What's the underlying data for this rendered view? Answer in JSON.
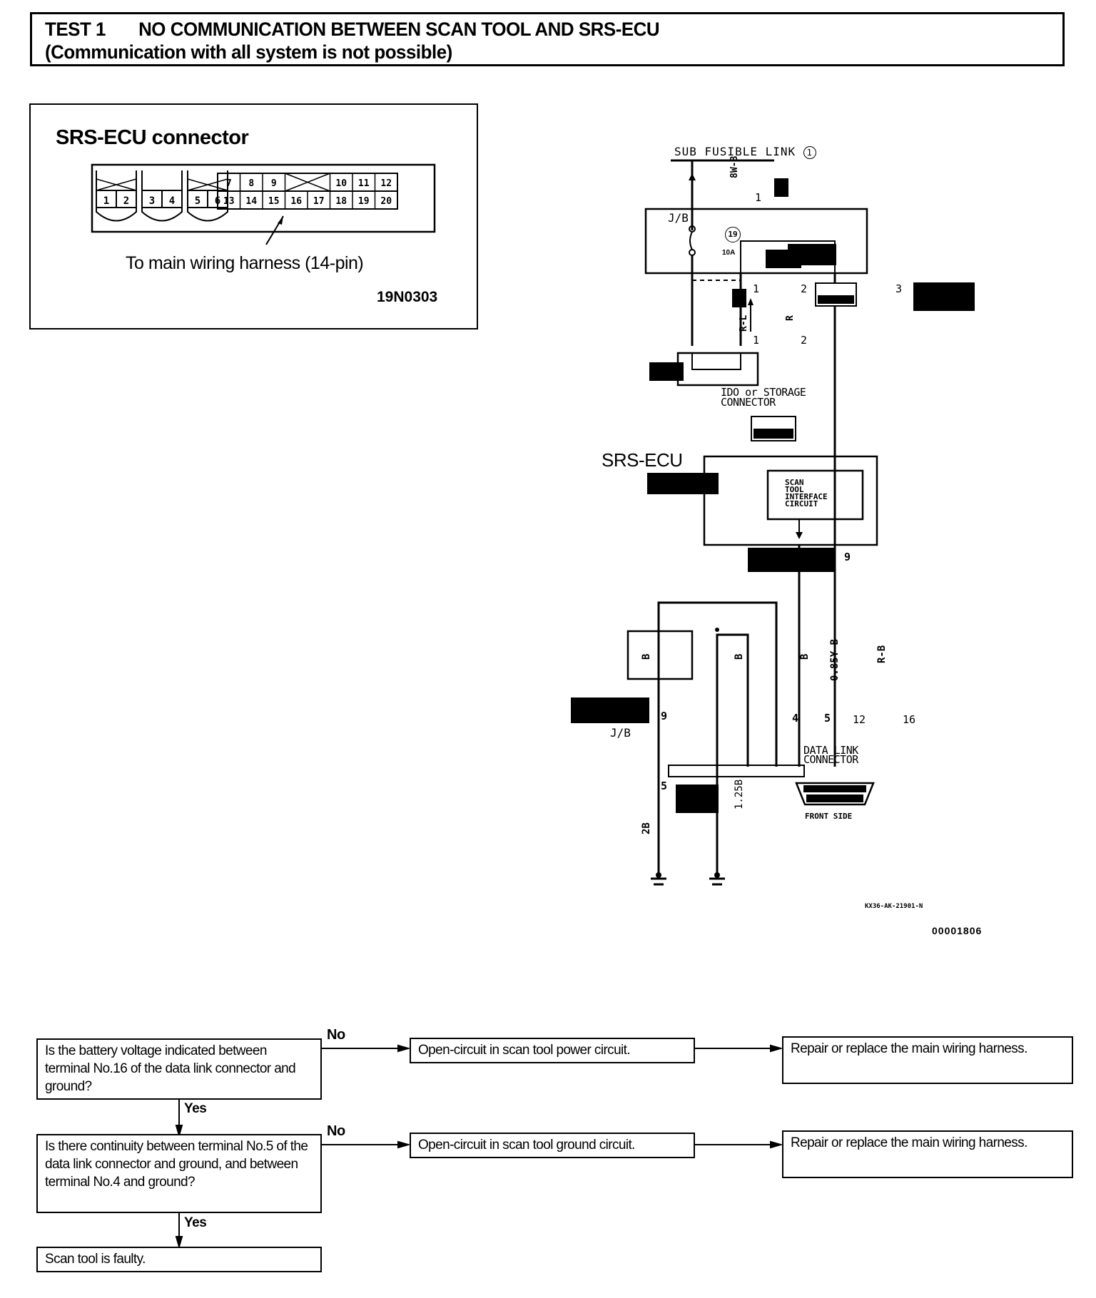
{
  "header": {
    "test_number": "TEST 1",
    "title": "NO COMMUNICATION BETWEEN SCAN TOOL AND SRS-ECU",
    "subtitle": "(Communication with all system is not possible)"
  },
  "connector_panel": {
    "title": "SRS-ECU  connector",
    "caption": "To main wiring harness (14-pin)",
    "figure_code": "19N0303",
    "pins_left_groups": [
      [
        "1",
        "2"
      ],
      [
        "3",
        "4"
      ],
      [
        "5",
        "6"
      ]
    ],
    "pins_top_row": [
      "7",
      "8",
      "9",
      "",
      "10",
      "11",
      "12"
    ],
    "pins_bottom_row": [
      "13",
      "14",
      "15",
      "16",
      "17",
      "18",
      "19",
      "20"
    ]
  },
  "wiring_diagram": {
    "power_source": "SUB FUSIBLE LINK",
    "power_source_number": "1",
    "wire_0_8wb": "8W-B",
    "jb_label": "J/B",
    "fuse_number": "19",
    "fuse_rating": "10A",
    "jb_terminals": [
      "1",
      "2",
      "3"
    ],
    "jb_input_terminal": "1",
    "wire_rl": "R-L",
    "wire_r": "R",
    "ido_terminals": [
      "1",
      "2"
    ],
    "ido_connector_label_1": "IDO or STORAGE",
    "ido_connector_label_2": "CONNECTOR",
    "ecu_label": "SRS-ECU",
    "ecu_circuit_lines": [
      "SCAN",
      "TOOL",
      "INTERFACE",
      "CIRCUIT"
    ],
    "ecu_terminal": "9",
    "wire_085yb": "0.85Y-B",
    "wire_rb": "R-B",
    "wire_b": "B",
    "wire_2b": "2B",
    "wire_125b": "1.25B",
    "jb2_label": "J/B",
    "jb2_terminals": [
      "9",
      "5"
    ],
    "dlc_terminals": [
      "4",
      "5",
      "12",
      "16"
    ],
    "dlc_label_1": "DATA LINK",
    "dlc_label_2": "CONNECTOR",
    "dlc_view": "FRONT SIDE",
    "diagram_ref": "KX36-AK-21901-N",
    "figure_code": "00001806"
  },
  "flowchart": {
    "q1": "Is the battery voltage indicated between terminal No.16 of the data link connector and ground?",
    "q1_no": "No",
    "q1_yes": "Yes",
    "r1": "Open-circuit in scan tool power circuit.",
    "a1": "Repair or replace the main wiring harness.",
    "q2": "Is there continuity between terminal No.5 of the data link connector and ground, and between terminal No.4 and ground?",
    "q2_no": "No",
    "q2_yes": "Yes",
    "r2": "Open-circuit in scan tool ground circuit.",
    "a2": "Repair or replace the main wiring harness.",
    "end": "Scan tool is faulty."
  }
}
